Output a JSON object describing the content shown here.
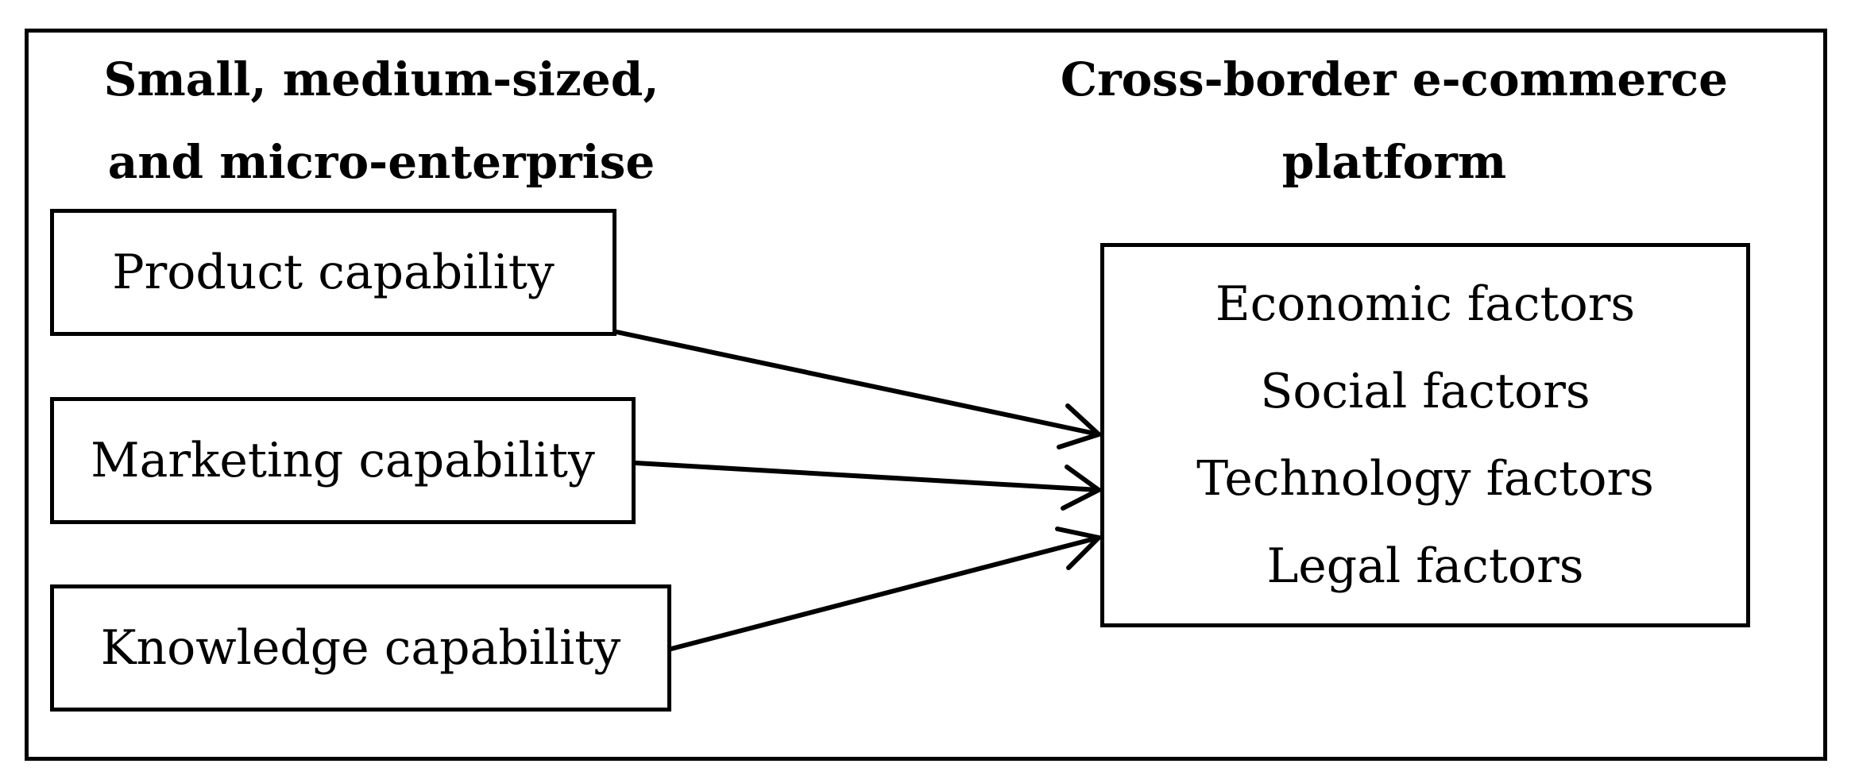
{
  "left_group": {
    "title_line1": "Small, medium-sized,",
    "title_line2": "and micro-enterprise",
    "capabilities": [
      "Product capability",
      "Marketing capability",
      "Knowledge capability"
    ]
  },
  "right_group": {
    "title_line1": "Cross-border e-commerce",
    "title_line2": "platform",
    "factors": [
      "Economic factors",
      "Social factors",
      "Technology factors",
      "Legal factors"
    ]
  }
}
